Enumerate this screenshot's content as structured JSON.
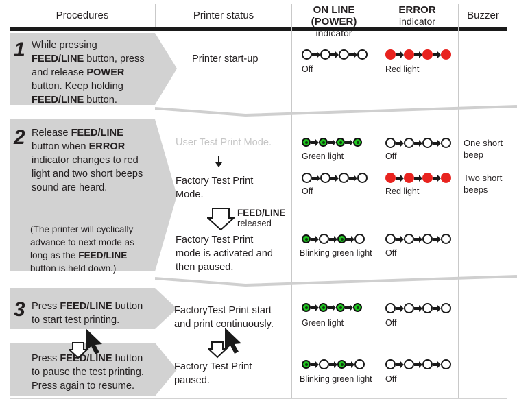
{
  "table": {
    "headers": [
      {
        "id": "procedures",
        "label": "Procedures",
        "bold": false,
        "sub": ""
      },
      {
        "id": "printer-status",
        "label": "Printer status",
        "bold": false,
        "sub": ""
      },
      {
        "id": "online-indicator",
        "label": "ON LINE (POWER)",
        "bold": true,
        "sub": "indicator"
      },
      {
        "id": "error-indicator",
        "label": "ERROR",
        "bold": true,
        "sub": "indicator"
      },
      {
        "id": "buzzer",
        "label": "Buzzer",
        "bold": false,
        "sub": ""
      }
    ]
  },
  "steps": [
    {
      "number": "1",
      "procedure_text": "While pressing FEED/LINE button, press and release POWER button. Keep holding FEED/LINE button.",
      "procedure_lines": [
        [
          {
            "t": "While pressing",
            "b": false
          }
        ],
        [
          {
            "t": "FEED/LINE",
            "b": true
          },
          {
            "t": " button, press",
            "b": false
          }
        ],
        [
          {
            "t": "and release ",
            "b": false
          },
          {
            "t": "POWER",
            "b": true
          }
        ],
        [
          {
            "t": "button. Keep holding",
            "b": false
          }
        ],
        [
          {
            "t": "FEED/LINE",
            "b": true
          },
          {
            "t": " button.",
            "b": false
          }
        ]
      ],
      "status_lines": [
        "Printer start-up"
      ],
      "online_caption": "Off",
      "error_caption": "Red light",
      "buzzer": ""
    },
    {
      "number": "2",
      "procedure_lines": [
        [
          {
            "t": "Release ",
            "b": false
          },
          {
            "t": "FEED/LINE",
            "b": true
          }
        ],
        [
          {
            "t": "button when ",
            "b": false
          },
          {
            "t": "ERROR",
            "b": true
          }
        ],
        [
          {
            "t": "indicator changes to red",
            "b": false
          }
        ],
        [
          {
            "t": "light and two short beeps",
            "b": false
          }
        ],
        [
          {
            "t": "sound are heard.",
            "b": false
          }
        ]
      ],
      "procedure_note_lines": [
        [
          {
            "t": "(The printer will cyclically",
            "b": false
          }
        ],
        [
          {
            "t": "advance to next mode as",
            "b": false
          }
        ],
        [
          {
            "t": "long as the ",
            "b": false
          },
          {
            "t": "FEED/LINE",
            "b": true
          }
        ],
        [
          {
            "t": "button is held down.)",
            "b": false
          }
        ]
      ],
      "status_muted": "User Test Print Mode.",
      "status_mid_lines": [
        "Factory Test Print",
        "Mode."
      ],
      "release_label_bold": "FEED/LINE",
      "release_label_sub": "released",
      "status_bottom_lines": [
        "Factory Test Print",
        "mode is activated and",
        "then paused."
      ],
      "sub_rows": [
        {
          "online_caption": "Green light",
          "error_caption": "Off",
          "buzzer": "One short beep"
        },
        {
          "online_caption": "Off",
          "error_caption": "Red light",
          "buzzer": "Two short beeps"
        },
        {
          "online_caption": "Blinking green light",
          "error_caption": "Off",
          "buzzer": ""
        }
      ]
    },
    {
      "number": "3",
      "procedure_lines": [
        [
          {
            "t": "Press ",
            "b": false
          },
          {
            "t": "FEED/LINE",
            "b": true
          },
          {
            "t": " button",
            "b": false
          }
        ],
        [
          {
            "t": "to start test printing.",
            "b": false
          }
        ]
      ],
      "procedure_lines_2": [
        [
          {
            "t": "Press ",
            "b": false
          },
          {
            "t": "FEED/LINE",
            "b": true
          },
          {
            "t": " button",
            "b": false
          }
        ],
        [
          {
            "t": "to pause the test printing.",
            "b": false
          }
        ],
        [
          {
            "t": "Press again to resume.",
            "b": false
          }
        ]
      ],
      "status_lines_1": [
        "FactoryTest Print start",
        "and print continuously."
      ],
      "status_lines_2": [
        "Factory Test Print",
        "paused."
      ],
      "sub_rows": [
        {
          "online_caption": "Green light",
          "error_caption": "Off",
          "buzzer": ""
        },
        {
          "online_caption": "Blinking green light",
          "error_caption": "Off",
          "buzzer": ""
        }
      ]
    }
  ],
  "colors": {
    "led_red": "#e8231f",
    "led_green": "#21c621",
    "block_gray": "#d2d2d2",
    "rule_gray": "#c9c9c9",
    "muted_text": "#c6c6c6",
    "text": "#231f20"
  },
  "icons": {
    "led_off": "circle-outline-icon",
    "led_red": "circle-red-icon",
    "led_green": "circle-green-icon",
    "arrow_small": "arrow-right-icon",
    "arrow_down": "arrow-down-icon",
    "arrow_down_outline": "arrow-down-outline-icon",
    "cursor": "mouse-cursor-icon"
  }
}
